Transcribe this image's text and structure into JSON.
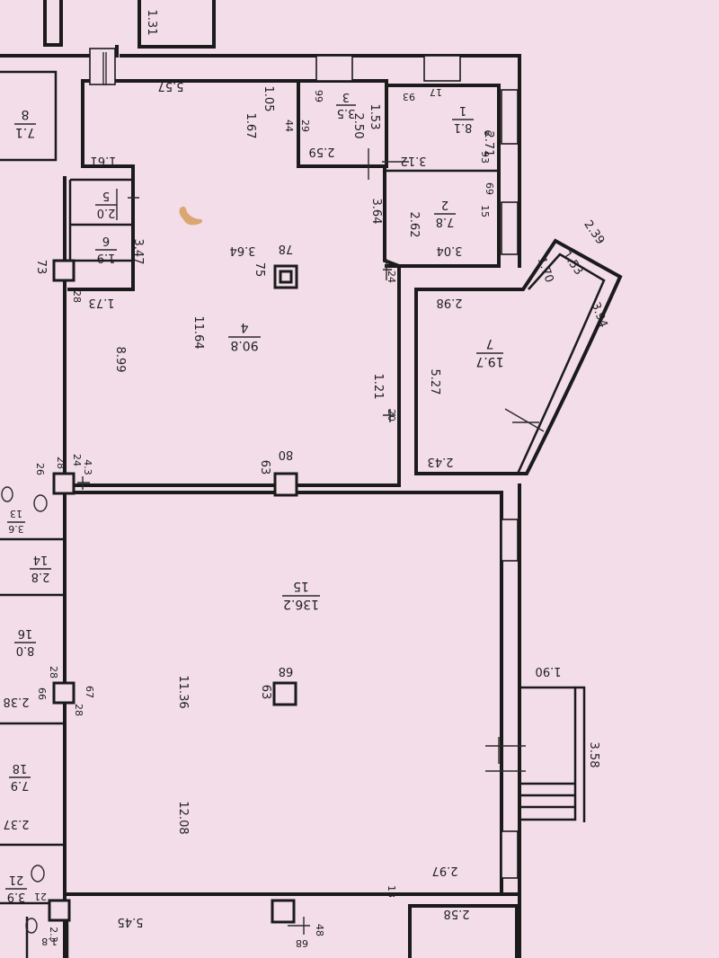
{
  "plan": {
    "rooms": [
      {
        "id": "r75",
        "number": "4",
        "area": "90.8",
        "width": "8.99",
        "length": "11.64"
      },
      {
        "id": "r15",
        "number": "15",
        "area": "136.2",
        "width": "12.08",
        "length": "11.36"
      },
      {
        "id": "r7",
        "number": "7",
        "area": "19.7",
        "width": "5.27",
        "length": "2.98"
      },
      {
        "id": "r8",
        "number": "8",
        "area": "7.1"
      },
      {
        "id": "r5",
        "number": "5",
        "area": "2.0"
      },
      {
        "id": "r6",
        "number": "6",
        "area": "1.9"
      },
      {
        "id": "r3",
        "number": "3",
        "area": "3.5"
      },
      {
        "id": "r1",
        "number": "1",
        "area": "8.1"
      },
      {
        "id": "r2",
        "number": "2",
        "area": "7.8"
      },
      {
        "id": "r14",
        "number": "14",
        "area": "2.8"
      },
      {
        "id": "r16",
        "number": "16",
        "area": "8.0"
      },
      {
        "id": "r18",
        "number": "18",
        "area": "7.9"
      },
      {
        "id": "r21",
        "number": "21",
        "area": "3.9"
      },
      {
        "id": "r13",
        "number": "13",
        "area": "3.6"
      }
    ],
    "dims": {
      "d557": "5.57",
      "d105": "1.05",
      "d167": "1.67",
      "d161": "1.61",
      "d347": "3.47",
      "d173": "1.73",
      "d131": "1.31",
      "d250": "2.50",
      "d259": "2.59",
      "d153": "1.53",
      "d271": "2.71",
      "d312": "3.12",
      "d364": "3.64",
      "d262": "2.62",
      "d304": "3.04",
      "d121": "1.21",
      "d239": "2.39",
      "d153b": "1.53",
      "d170": "1.70",
      "d394": "3.94",
      "d243": "2.43",
      "d190": "1.90",
      "d358": "3.58",
      "d297": "2.97",
      "d545": "5.45",
      "d258": "2.58",
      "d237": "2.37",
      "d238": "2.38",
      "d18": "1.8",
      "d23": "2.3"
    },
    "marks": {
      "m78": "78",
      "m75": "75",
      "m80": "80",
      "m63": "63",
      "m68": "68",
      "m63b": "63",
      "m73": "73",
      "m28a": "28",
      "m28b": "28",
      "m24": "24",
      "m43": "4.3",
      "m26": "26",
      "m28c": "28",
      "m66": "66",
      "m67": "67",
      "m28d": "28",
      "m44": "44",
      "m29": "29",
      "m99": "99",
      "m93": "93",
      "m17": "17",
      "m93b": "93",
      "m6": "6",
      "m69": "69",
      "m15": "15",
      "m24b": "24",
      "m20": "20",
      "m48": "48",
      "m68b": "68",
      "m13": "13",
      "m21": "21"
    }
  }
}
